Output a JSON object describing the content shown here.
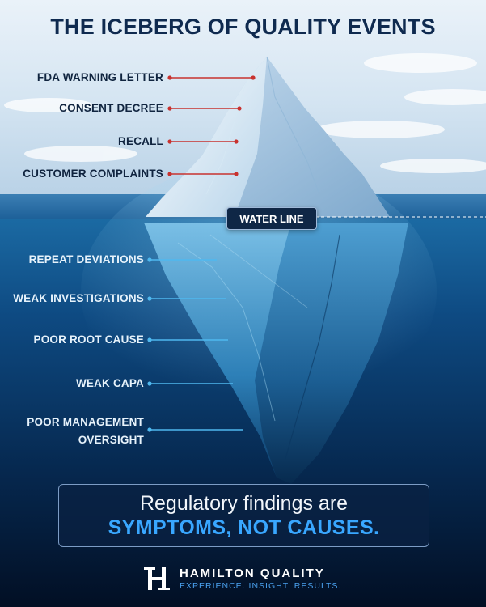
{
  "title": "THE ICEBERG OF QUALITY EVENTS",
  "above_water_events": [
    "FDA WARNING LETTER",
    "CONSENT DECREE",
    "RECALL",
    "CUSTOMER COMPLAINTS"
  ],
  "water_line_label": "WATER LINE",
  "below_water_causes": [
    "REPEAT DEVIATIONS",
    "WEAK INVESTIGATIONS",
    "POOR ROOT CAUSE",
    "WEAK CAPA",
    "POOR MANAGEMENT",
    "OVERSIGHT"
  ],
  "message": {
    "line1": "Regulatory findings are",
    "line2": "SYMPTOMS, NOT CAUSES."
  },
  "brand": {
    "name": "HAMILTON QUALITY",
    "tagline": "EXPERIENCE. INSIGHT. RESULTS."
  },
  "colors": {
    "title": "#0f2a4f",
    "above_connector": "#c8322f",
    "below_connector": "#4fb8ef",
    "highlight": "#39a7ff",
    "deep_water": "#031630"
  },
  "icons": [
    "iceberg-illustration",
    "hamilton-h-logo-icon"
  ]
}
